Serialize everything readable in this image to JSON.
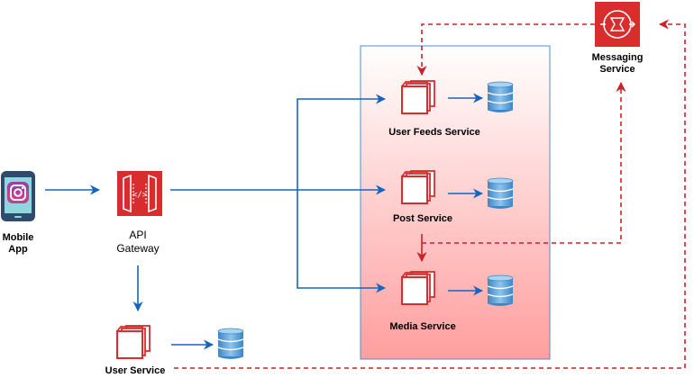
{
  "colors": {
    "blue_arrow": "#1565c0",
    "red_dashed": "#cc2128",
    "aws_red": "#d92d2d",
    "service_box_border": "#4a8fd6",
    "service_box_top": "#ffffff",
    "service_box_bottom": "#ff9e9e",
    "db_blue": "#5aa0d8"
  },
  "nodes": {
    "mobile_app": {
      "label_line1": "Mobile",
      "label_line2": "App",
      "icon": "instagram-phone-icon"
    },
    "api_gateway": {
      "label_line1": "API",
      "label_line2": "Gateway",
      "icon": "api-gateway-icon"
    },
    "user_service": {
      "label": "User Service",
      "icon": "container-stack-icon"
    },
    "user_feeds_service": {
      "label": "User Feeds Service",
      "icon": "container-stack-icon"
    },
    "post_service": {
      "label": "Post Service",
      "icon": "container-stack-icon"
    },
    "media_service": {
      "label": "Media Service",
      "icon": "container-stack-icon"
    },
    "messaging_service": {
      "label_line1": "Messaging",
      "label_line2": "Service",
      "icon": "sqs-queue-icon"
    }
  }
}
